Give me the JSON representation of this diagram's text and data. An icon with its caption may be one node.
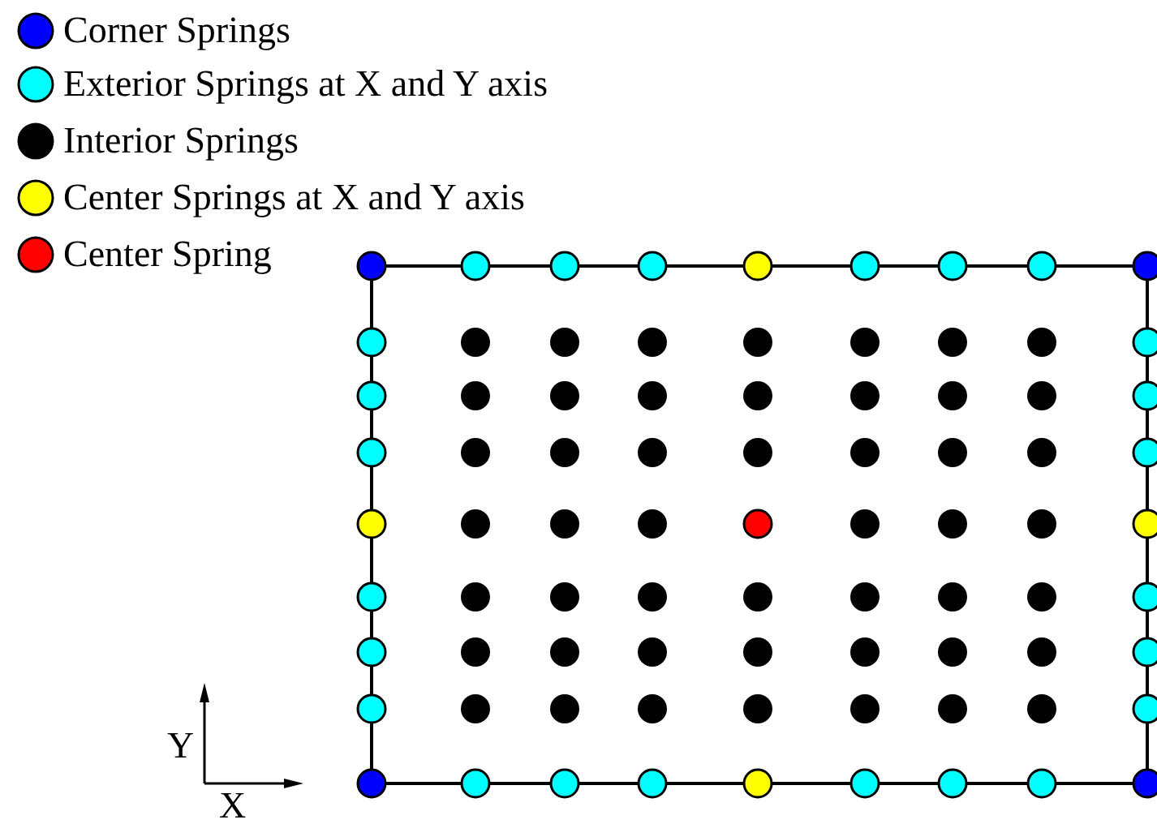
{
  "diagram": {
    "labels": [
      "Y",
      "X"
    ],
    "legend": [
      {
        "text": "Corner Springs",
        "color": "#0000ff"
      },
      {
        "text": "Exterior Springs at X and Y axis",
        "color": "#00ffff"
      },
      {
        "text": "Interior Springs",
        "color": "#000000"
      },
      {
        "text": "Center Springs at X and Y axis",
        "color": "#ffff00"
      },
      {
        "text": "Center Spring",
        "color": "#ff0000"
      }
    ]
  }
}
